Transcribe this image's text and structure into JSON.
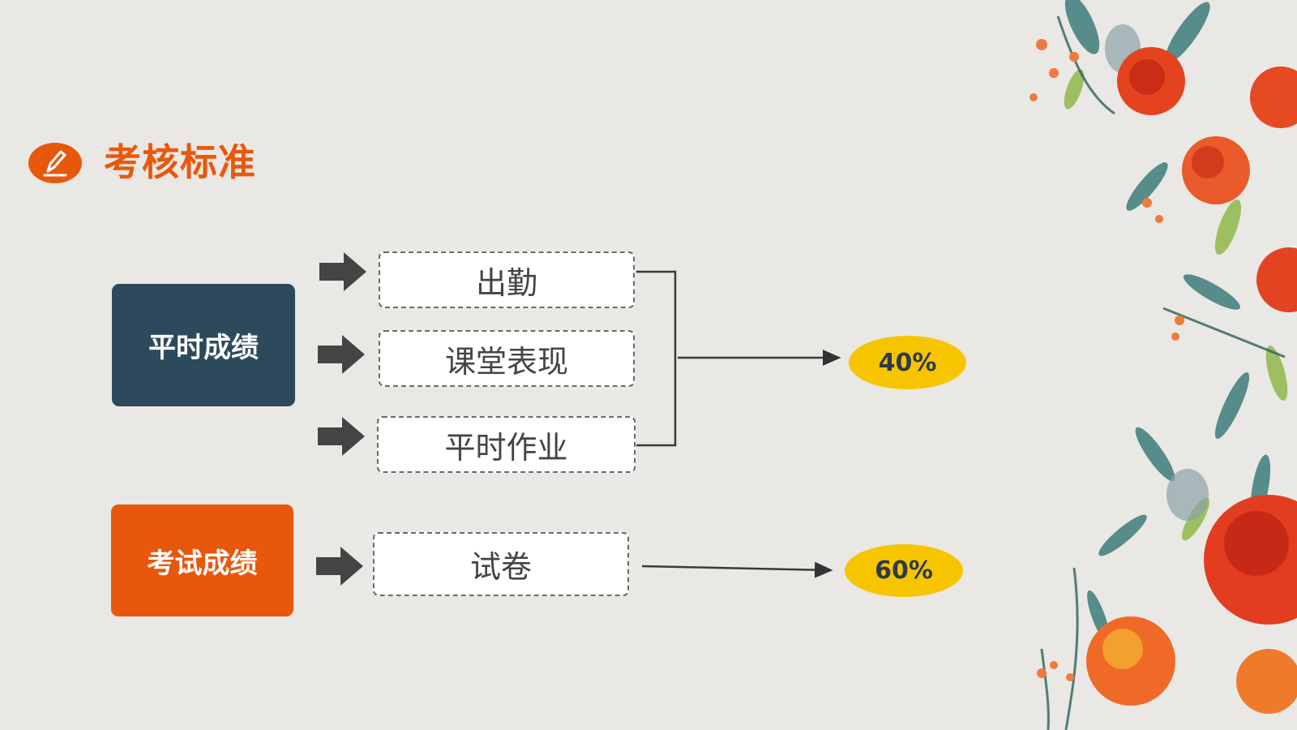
{
  "header": {
    "title": "考核标准",
    "icon": "pencil-icon"
  },
  "categories": [
    {
      "label": "平时成绩",
      "color": "#2c4a5c"
    },
    {
      "label": "考试成绩",
      "color": "#e8580c"
    }
  ],
  "items": [
    {
      "label": "出勤"
    },
    {
      "label": "课堂表现"
    },
    {
      "label": "平时作业"
    },
    {
      "label": "试卷"
    }
  ],
  "weights": [
    {
      "value": "40%"
    },
    {
      "value": "60%"
    }
  ],
  "colors": {
    "accent": "#e8580c",
    "dark": "#2c4a5c",
    "highlight": "#f6c500",
    "background": "#e9e8e4"
  }
}
